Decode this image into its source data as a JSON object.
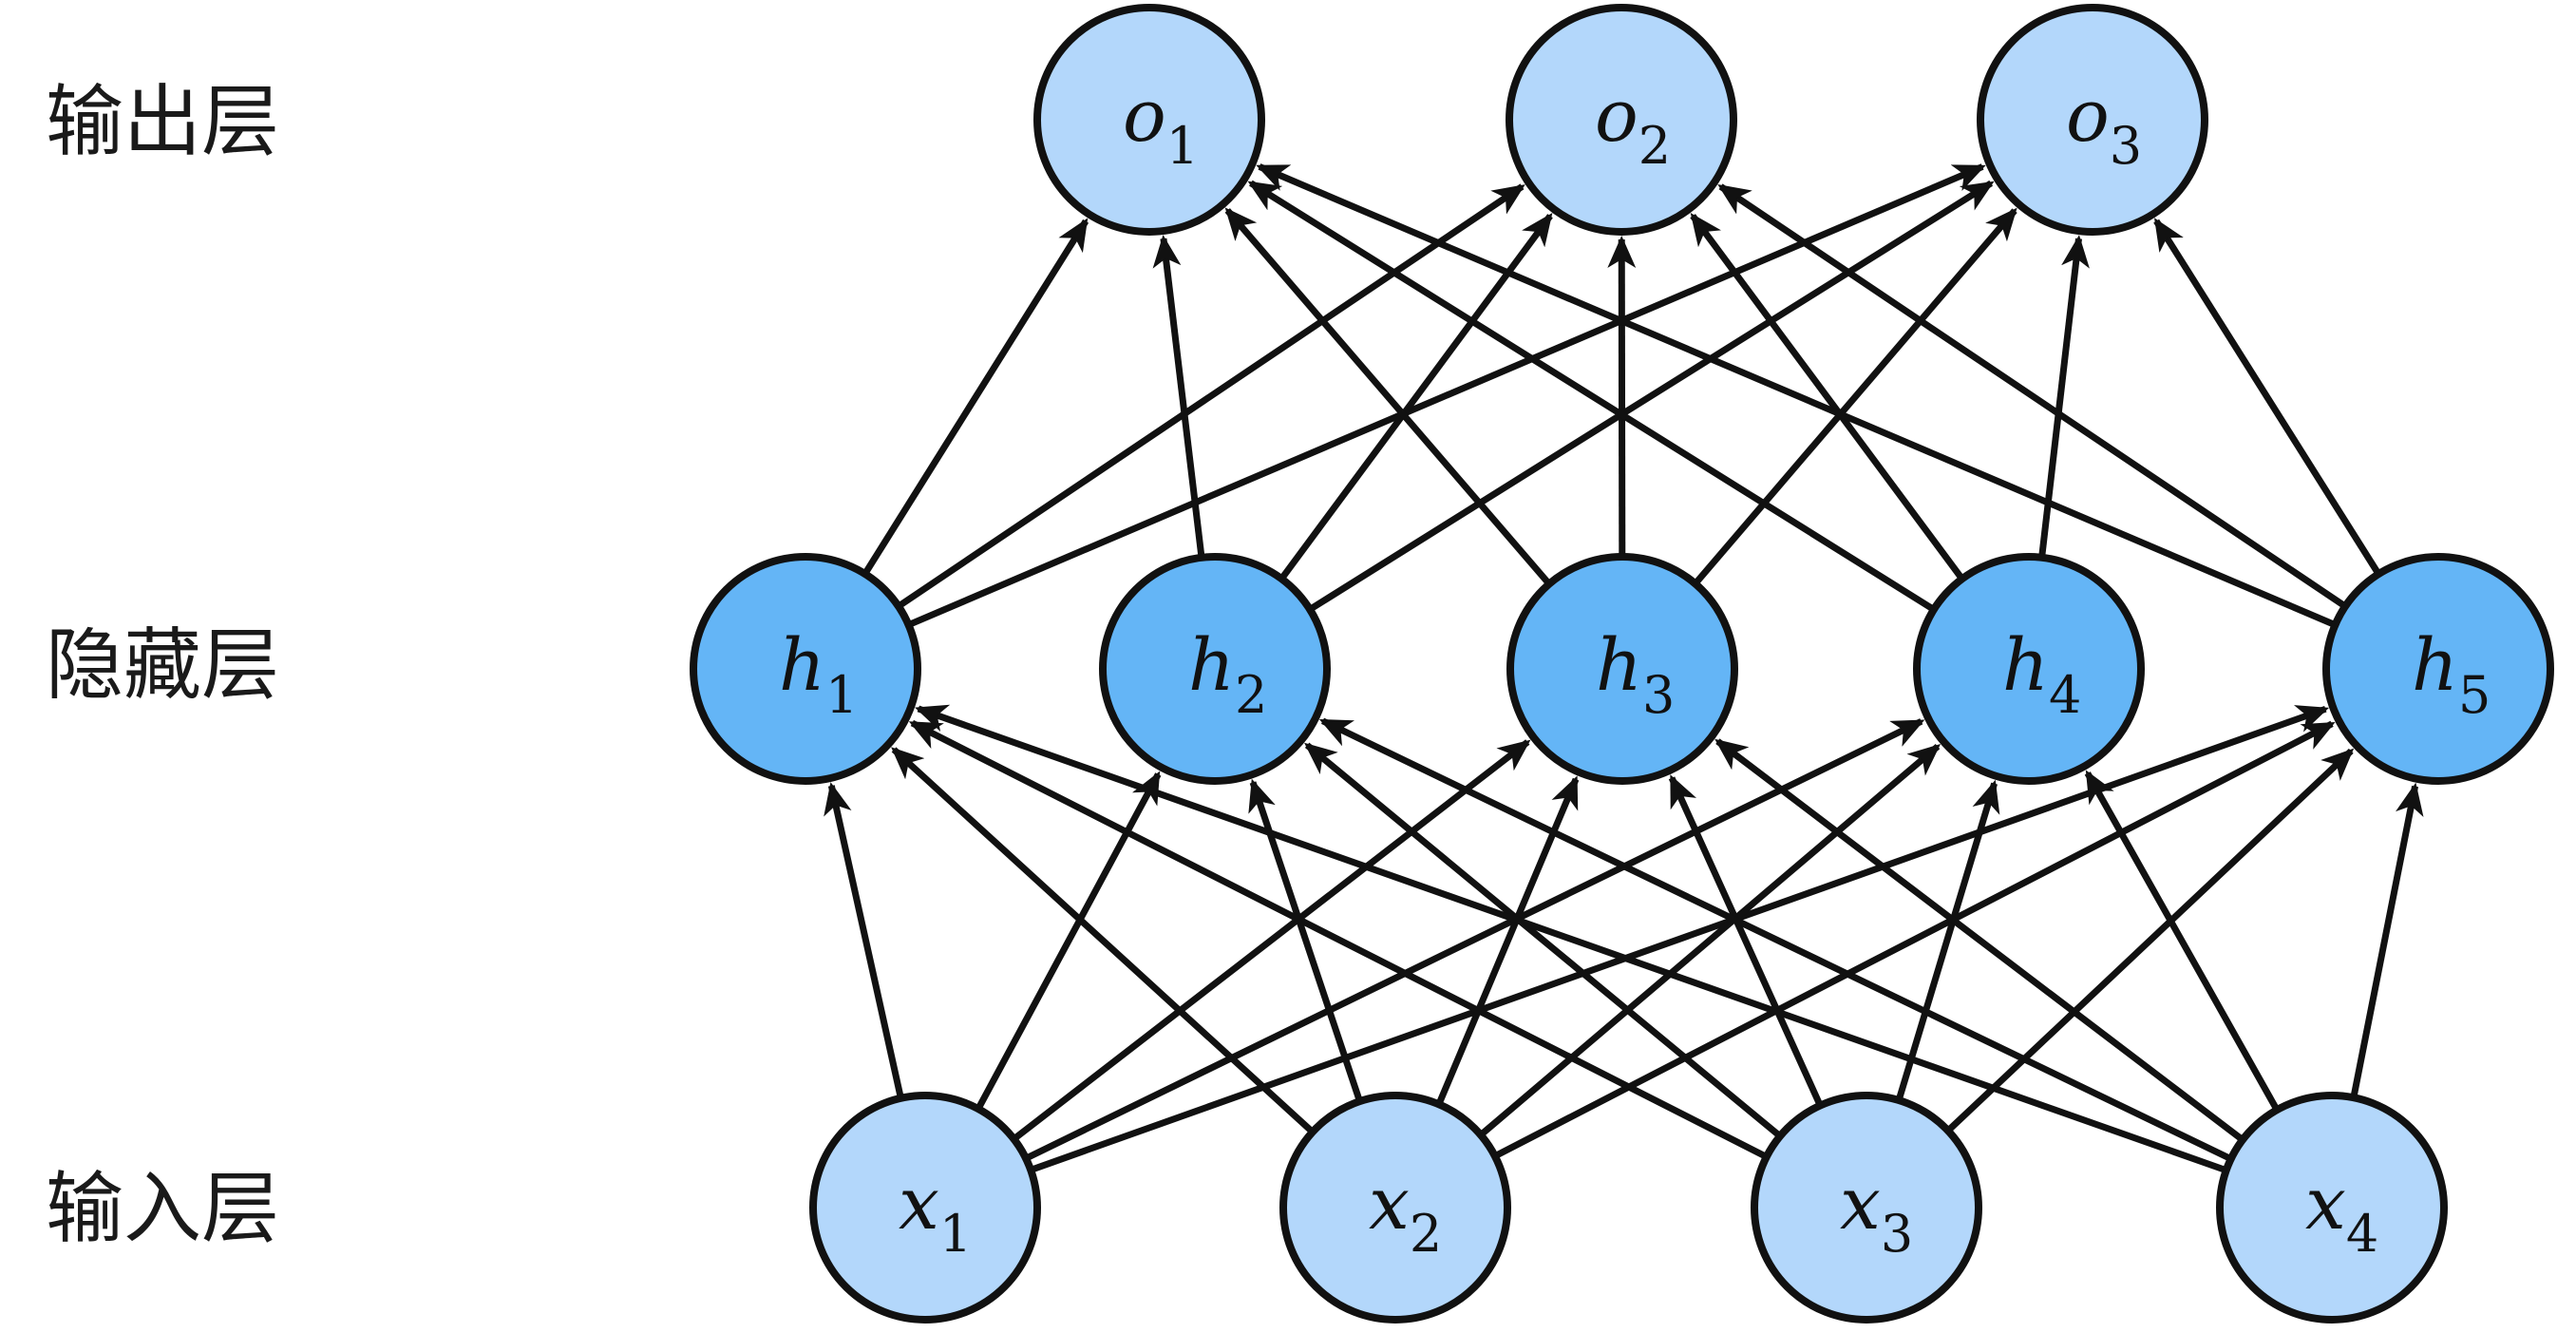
{
  "layers": {
    "output_label": "输出层",
    "hidden_label": "隐藏层",
    "input_label": "输入层"
  },
  "colors": {
    "input_fill": "#b3d7fb",
    "hidden_fill": "#64b5f6",
    "output_fill": "#b3d7fb",
    "stroke": "#111111"
  },
  "nodes": {
    "output": [
      {
        "var": "o",
        "sub": "1"
      },
      {
        "var": "o",
        "sub": "2"
      },
      {
        "var": "o",
        "sub": "3"
      }
    ],
    "hidden": [
      {
        "var": "h",
        "sub": "1"
      },
      {
        "var": "h",
        "sub": "2"
      },
      {
        "var": "h",
        "sub": "3"
      },
      {
        "var": "h",
        "sub": "4"
      },
      {
        "var": "h",
        "sub": "5"
      }
    ],
    "input": [
      {
        "var": "x",
        "sub": "1"
      },
      {
        "var": "x",
        "sub": "2"
      },
      {
        "var": "x",
        "sub": "3"
      },
      {
        "var": "x",
        "sub": "4"
      }
    ]
  },
  "connections": "fully-connected"
}
